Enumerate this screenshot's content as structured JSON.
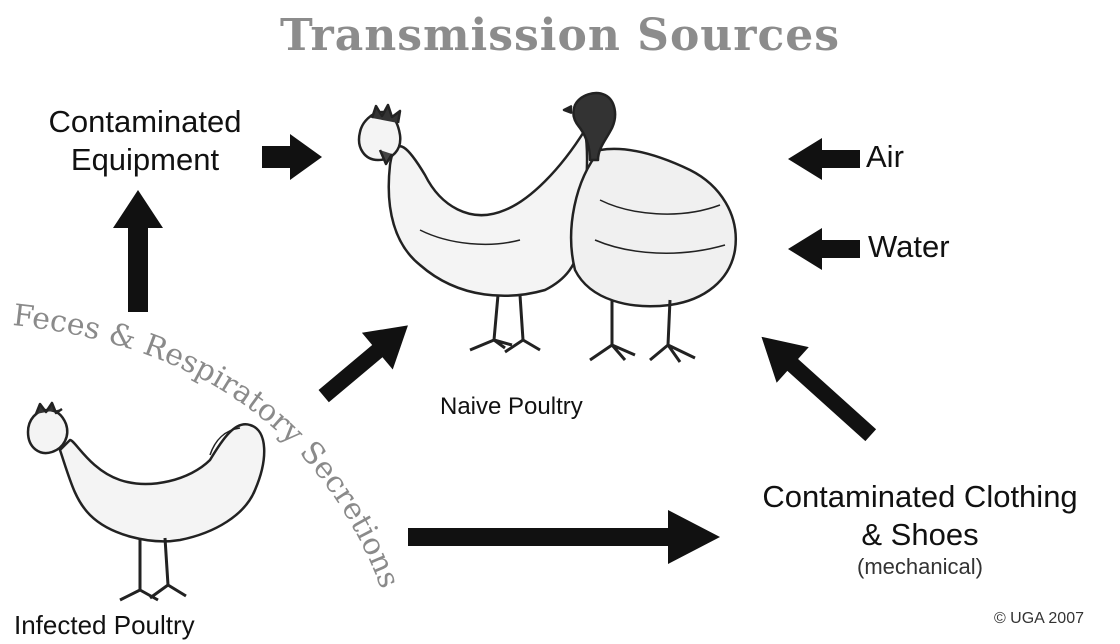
{
  "title": "Transmission Sources",
  "labels": {
    "contaminated_equipment_line1": "Contaminated",
    "contaminated_equipment_line2": "Equipment",
    "air": "Air",
    "water": "Water",
    "naive_poultry": "Naive Poultry",
    "infected_poultry": "Infected Poultry",
    "clothing_line1": "Contaminated Clothing",
    "clothing_line2": "& Shoes",
    "clothing_note": "(mechanical)",
    "feces": "Feces & Respiratory Secretions",
    "copyright": "© UGA 2007"
  }
}
